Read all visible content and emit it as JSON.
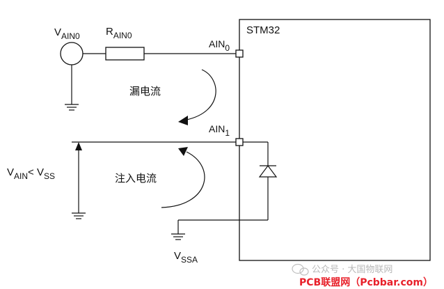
{
  "labels": {
    "v_ain0_main": "V",
    "v_ain0_sub": "AIN0",
    "r_ain0_main": "R",
    "r_ain0_sub": "AIN0",
    "ain0_main": "AIN",
    "ain0_sub": "0",
    "ain1_main": "AIN",
    "ain1_sub": "1",
    "chip": "STM32",
    "leakage_current": "漏电流",
    "injection_current": "注入电流",
    "cond_v1_main": "V",
    "cond_v1_sub": "AIN",
    "cond_lt": "< V",
    "cond_v2_sub": "SS",
    "vssa_main": "V",
    "vssa_sub": "SSA"
  },
  "watermark": {
    "account_text": "公众号 · 大国物联网",
    "brand_text": "PCB联盟网（Pcbbar.com）"
  }
}
